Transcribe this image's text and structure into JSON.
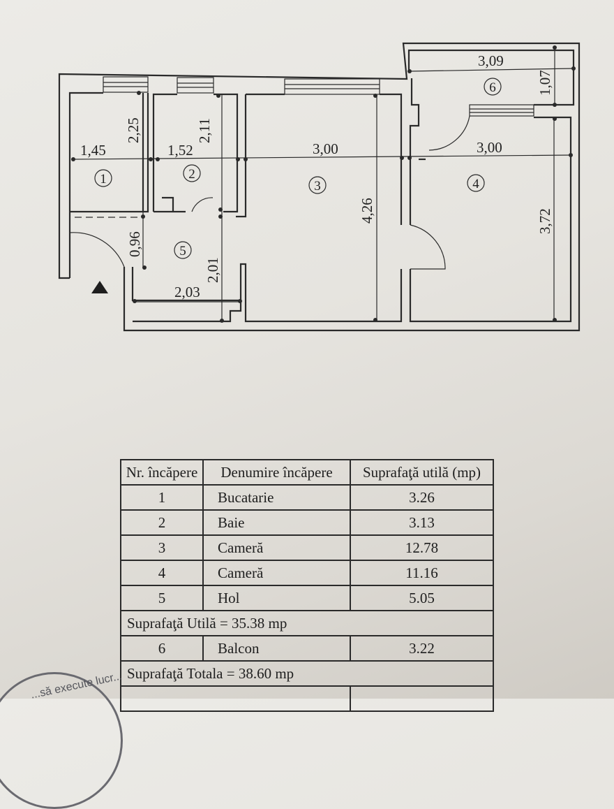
{
  "plan": {
    "rooms": [
      "1",
      "2",
      "3",
      "4",
      "5",
      "6"
    ],
    "dimensions": {
      "r1_w": "1,45",
      "r1_h": "2,25",
      "r2_w": "1,52",
      "r2_h": "2,11",
      "r3_w": "3,00",
      "r3_h": "4,26",
      "r4_w": "3,00",
      "r4_h": "3,72",
      "r5_w": "2,03",
      "r5_h": "2,01",
      "r5_h2": "0,96",
      "r6_w": "3,09",
      "r6_h": "1,07"
    },
    "entrance_icon": "triangle-marker"
  },
  "table": {
    "headers": [
      "Nr. încăpere",
      "Denumire încăpere",
      "Suprafaţă utilă (mp)"
    ],
    "rows": [
      {
        "nr": "1",
        "name": "Bucatarie",
        "area": "3.26"
      },
      {
        "nr": "2",
        "name": "Baie",
        "area": "3.13"
      },
      {
        "nr": "3",
        "name": "Cameră",
        "area": "12.78"
      },
      {
        "nr": "4",
        "name": "Cameră",
        "area": "11.16"
      },
      {
        "nr": "5",
        "name": "Hol",
        "area": "5.05"
      }
    ],
    "useful_total": "Suprafaţă Utilă = 35.38 mp",
    "balcony": {
      "nr": "6",
      "name": "Balcon",
      "area": "3.22"
    },
    "grand_total": "Suprafaţă  Totala = 38.60 mp"
  },
  "stamp": {
    "text": "...să execute lucr..."
  }
}
